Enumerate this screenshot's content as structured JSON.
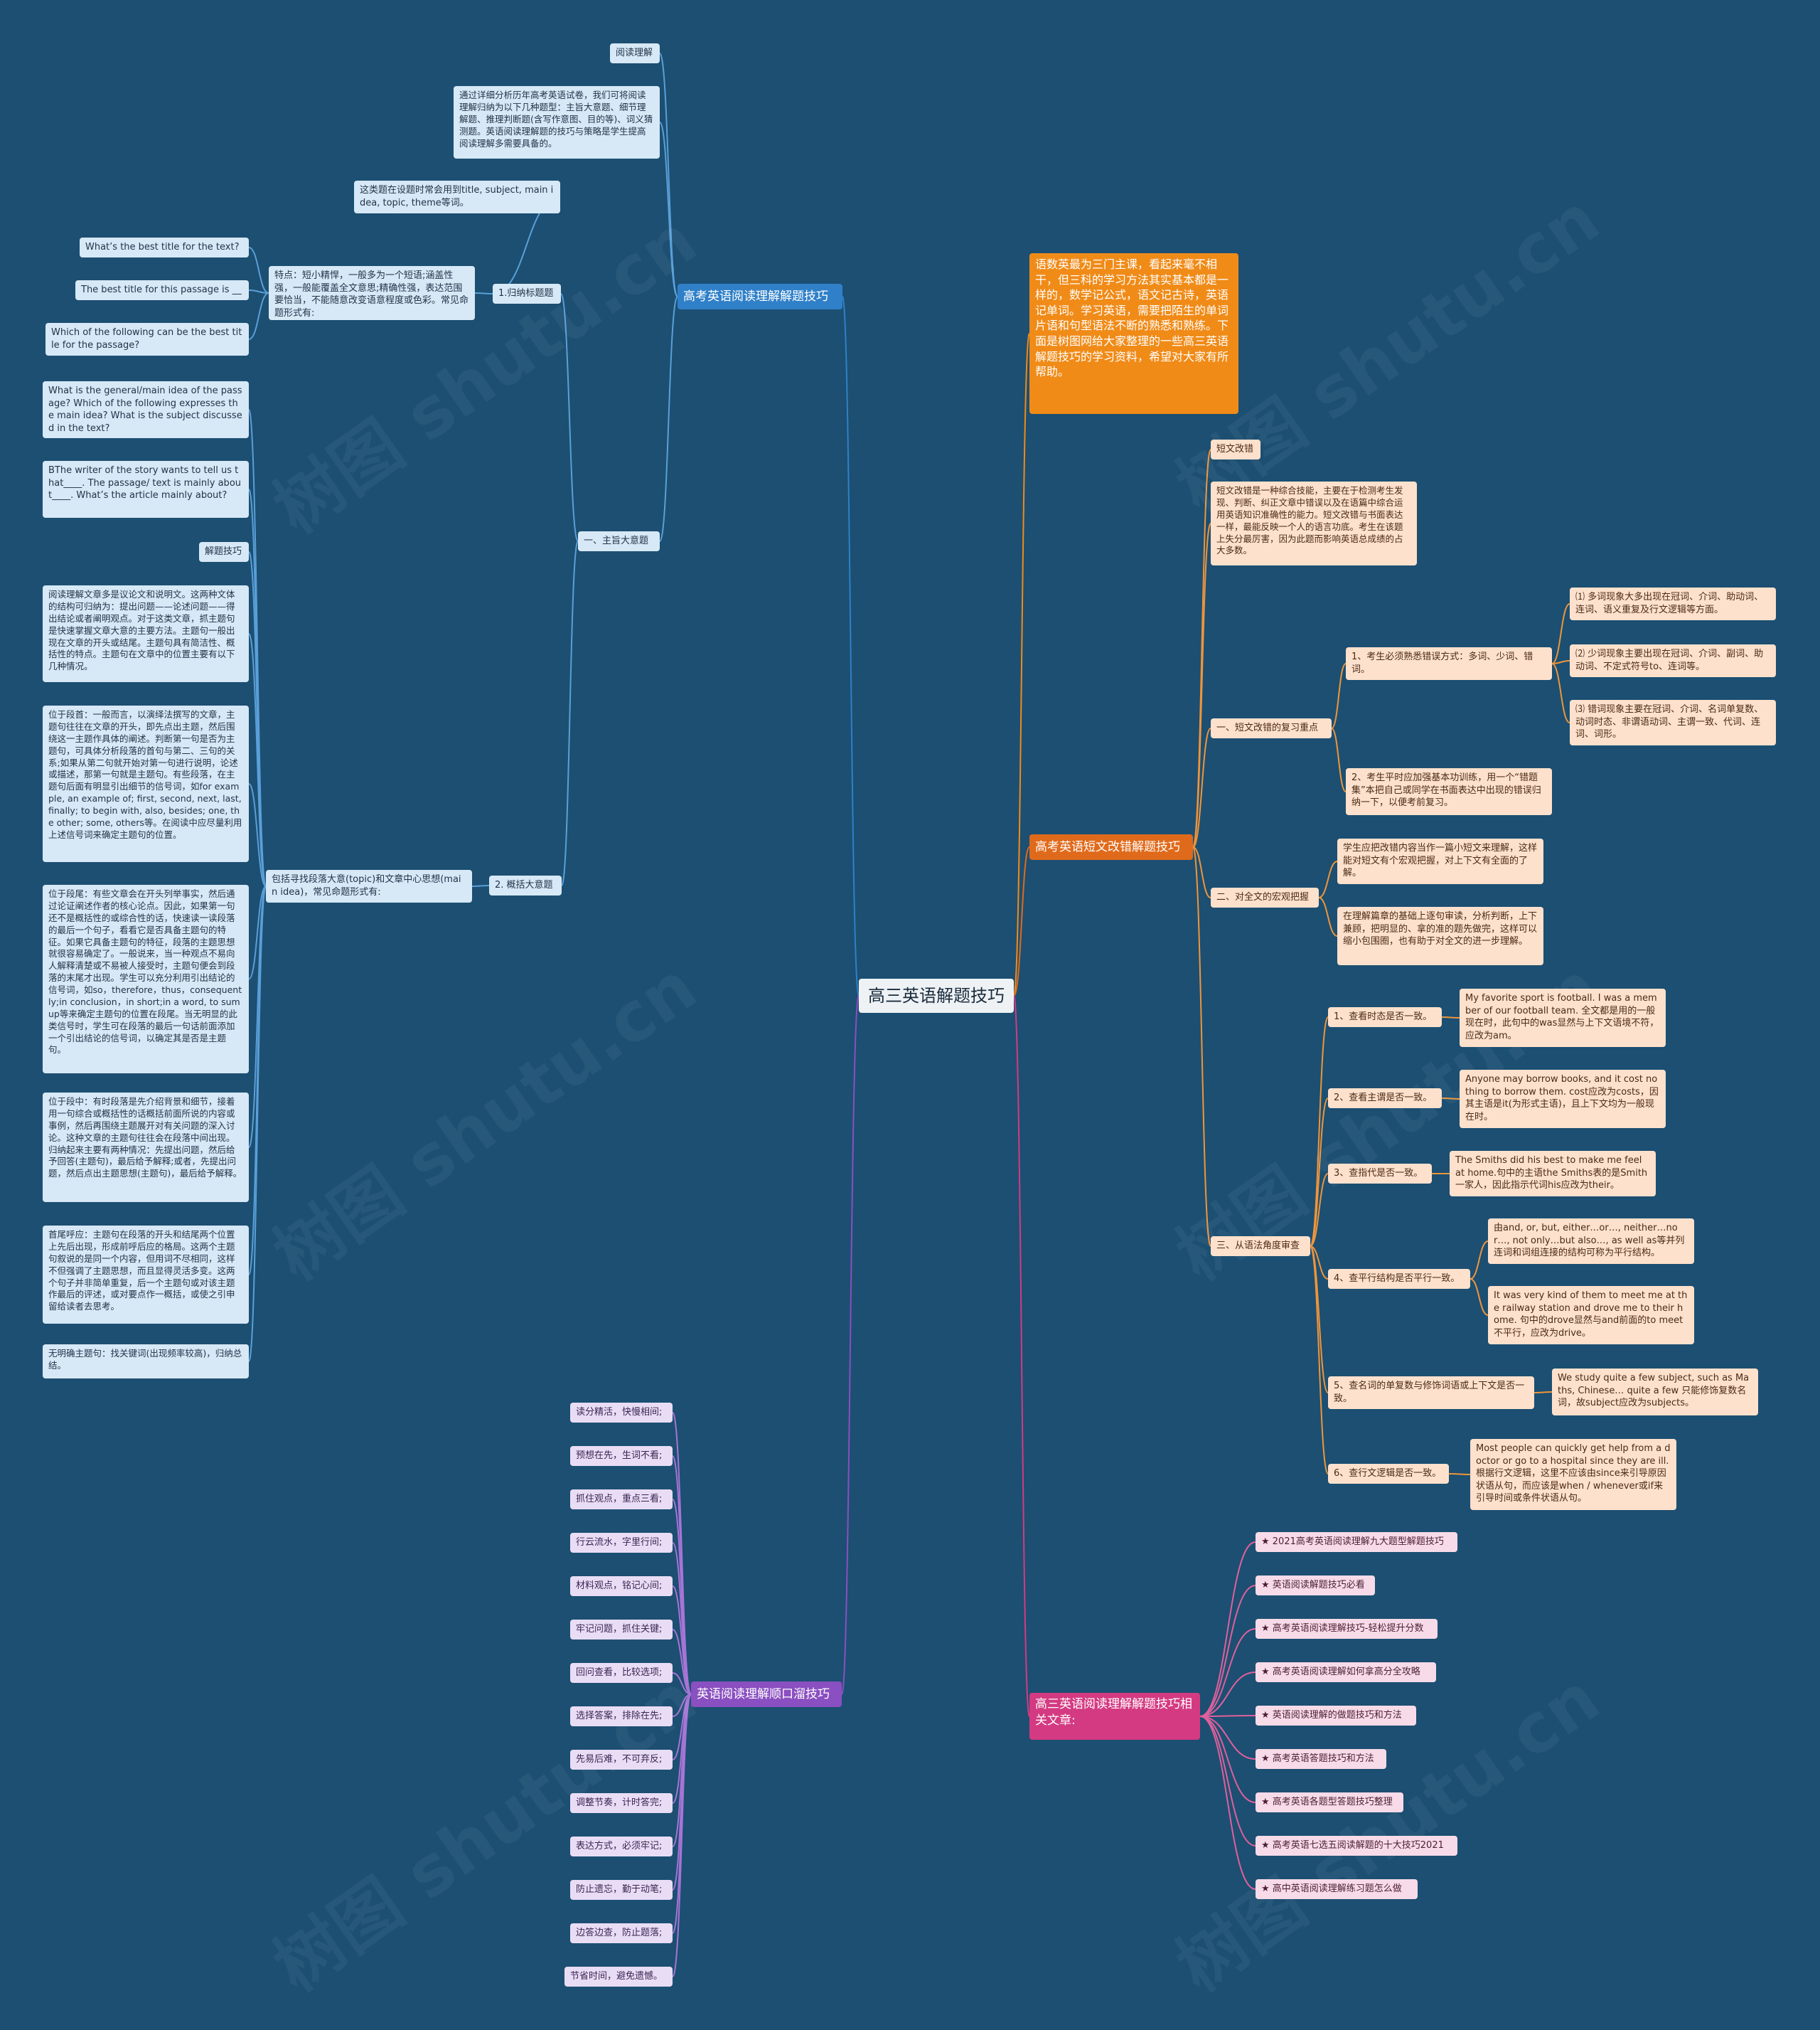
{
  "root": {
    "label": "高三英语解题技巧"
  },
  "watermark": "树图 shutu.cn",
  "colors": {
    "background": "#1c4f72",
    "blue": "#2f80c8",
    "orange": "#f08b18",
    "red": "#e06a1b",
    "purple": "#8a4fc0",
    "pink": "#d43a82"
  },
  "reading": {
    "label": "高考英语阅读理解解题技巧",
    "title": "阅读理解",
    "intro": "通过详细分析历年高考英语试卷，我们可将阅读理解归纳为以下几种题型：主旨大意题、细节理解题、推理判断题(含写作意图、目的等)、词义猜测题。英语阅读理解题的技巧与策略是学生提高阅读理解多需要具备的。",
    "main_idea": {
      "label": "一、主旨大意题",
      "title_q": {
        "label": "1.归纳标题题",
        "words": "这类题在设题时常会用到title, subject, main idea, topic, theme等词。",
        "feature": "特点：短小精悍，一般多为一个短语;涵盖性强，一般能覆盖全文意思;精确性强，表达范围要恰当，不能随意改变语意程度或色彩。常见命题形式有:",
        "forms": [
          "What’s the best title for the text?",
          "The best title for this passage is ___.",
          "Which of the following can be the best title for the passage?"
        ]
      },
      "general_q": {
        "label": "2. 概括大意题",
        "desc": "包括寻找段落大意(topic)和文章中心思想(main idea)，常见命题形式有:",
        "forms": [
          "What is the general/main idea of the passage? Which of the following expresses the main idea? What is the subject discussed in the text?",
          "BThe writer of the story wants to tell us that____. The passage/ text is mainly about____. What’s the article mainly about?"
        ],
        "tips_label": "解题技巧",
        "tips": [
          "阅读理解文章多是议论文和说明文。这两种文体的结构可归纳为：提出问题——论述问题——得出结论或者阐明观点。对于这类文章，抓主题句是快速掌握文章大意的主要方法。主题句一般出现在文章的开头或结尾。主题句具有简洁性、概括性的特点。主题句在文章中的位置主要有以下几种情况。",
          "位于段首：一般而言，以演绎法撰写的文章，主题句往往在文章的开头，即先点出主题，然后围绕这一主题作具体的阐述。判断第一句是否为主题句，可具体分析段落的首句与第二、三句的关系;如果从第二句就开始对第一句进行说明，论述或描述，那第一句就是主题句。有些段落，在主题句后面有明显引出细节的信号词，如for example, an example of; first, second, next, last, finally; to begin with, also, besides; one, the other; some, others等。在阅读中应尽量利用上述信号词来确定主题句的位置。",
          "位于段尾：有些文章会在开头列举事实，然后通过论证阐述作者的核心论点。因此，如果第一句还不是概括性的或综合性的话，快速读一读段落的最后一个句子，看看它是否具备主题句的特征。如果它具备主题句的特征，段落的主题思想就很容易确定了。一般说来，当一种观点不易向人解释清楚或不易被人接受时，主题句便会到段落的末尾才出现。学生可以充分利用引出结论的信号词，如so，therefore，thus，consequently;in conclusion，in short;in a word, to sum up等来确定主题句的位置在段尾。当无明显的此类信号时，学生可在段落的最后一句话前面添加一个引出结论的信号词，以确定其是否是主题句。",
          "位于段中：有时段落是先介绍背景和细节，接着用一句综合或概括性的话概括前面所说的内容或事例，然后再围绕主题展开对有关问题的深入讨论。这种文章的主题句往往会在段落中间出现。归纳起来主要有两种情况：先提出问题，然后给予回答(主题句)，最后给予解释;或者，先提出问题，然后点出主题思想(主题句)，最后给予解释。",
          "首尾呼应：主题句在段落的开头和结尾两个位置上先后出现，形成前呼后应的格局。这两个主题句叙说的是同一个内容，但用词不尽相同，这样不但强调了主题思想，而且显得灵活多变。这两个句子并非简单重复，后一个主题句或对该主题作最后的评述，或对要点作一概括，或使之引申留给读者去思考。",
          "无明确主题句：找关键词(出现频率较高)，归纳总结。"
        ]
      }
    }
  },
  "intro_text": "语数英最为三门主课，看起来毫不相干，但三科的学习方法其实基本都是一样的，数学记公式，语文记古诗，英语记单词。学习英语，需要把陌生的单词片语和句型语法不断的熟悉和熟练。下面是树图网给大家整理的一些高三英语解题技巧的学习资料，希望对大家有所帮助。",
  "correction": {
    "label": "高考英语短文改错解题技巧",
    "title": "短文改错",
    "intro": "短文改错是一种综合技能，主要在于检测考生发现、判断、纠正文章中错误以及在语篇中综合运用英语知识准确性的能力。短文改错与书面表达一样，最能反映一个人的语言功底。考生在该题上失分最厉害，因为此题而影响英语总成绩的占大多数。",
    "review": {
      "label": "一、短文改错的复习重点",
      "p1": "1、考生必须熟悉错误方式：多词、少词、错词。",
      "p1_items": [
        "⑴ 多词现象大多出现在冠词、介词、助动词、连词、语义重复及行文逻辑等方面。",
        "⑵ 少词现象主要出现在冠词、介词、副词、助动词、不定式符号to、连词等。",
        "⑶ 错词现象主要在冠词、介词、名词单复数、动词时态、非谓语动词、主谓一致、代词、连词、词形。"
      ],
      "p2": "2、考生平时应加强基本功训练，用一个“错题集”本把自己或同学在书面表达中出现的错误归纳一下，以便考前复习。"
    },
    "grasp": {
      "label": "二、对全文的宏观把握",
      "items": [
        "学生应把改错内容当作一篇小短文来理解，这样能对短文有个宏观把握，对上下文有全面的了解。",
        "在理解篇章的基础上逐句审读，分析判断，上下兼顾，把明显的、拿的准的题先做完，这样可以缩小包围圈，也有助于对全文的进一步理解。"
      ]
    },
    "grammar": {
      "label": "三、从语法角度审查",
      "checks": [
        {
          "label": "1、查看时态是否一致。",
          "ex": [
            "My favorite sport is football. I was a member of our football team. 全文都是用的一般现在时，此句中的was显然与上下文语境不符，应改为am。"
          ]
        },
        {
          "label": "2、查看主谓是否一致。",
          "ex": [
            "Anyone may borrow books, and it cost nothing to borrow them. cost应改为costs，因其主语是it(为形式主语)，且上下文均为一般现在时。"
          ]
        },
        {
          "label": "3、查指代是否一致。",
          "ex": [
            "The Smiths did his best to make me feel at home.句中的主语the Smiths表的是Smith一家人，因此指示代词his应改为their。"
          ]
        },
        {
          "label": "4、查平行结构是否平行一致。",
          "ex": [
            "由and, or, but, either…or…, neither…nor…, not only…but also…, as well as等并列连词和词组连接的结构可称为平行结构。",
            "It was very kind of them to meet me at the railway station and drove me to their home. 句中的drove显然与and前面的to meet不平行，应改为drive。"
          ]
        },
        {
          "label": "5、查名词的单复数与修饰词语或上下文是否一致。",
          "ex": [
            "We study quite a few subject, such as Maths, Chinese… quite a few 只能修饰复数名词，故subject应改为subjects。"
          ]
        },
        {
          "label": "6、查行文逻辑是否一致。",
          "ex": [
            "Most people can quickly get help from a doctor or go to a hospital since they are ill.根据行文逻辑，这里不应该由since来引导原因状语从句，而应该是when / whenever或if来引导时间或条件状语从句。"
          ]
        }
      ]
    }
  },
  "mnemonic": {
    "label": "英语阅读理解顺口溜技巧",
    "items": [
      "读分精活，快慢相间;",
      "预想在先，生词不看;",
      "抓住观点，重点三看;",
      "行云流水，字里行间;",
      "材料观点，铭记心间;",
      "牢记问题，抓住关键;",
      "回问查看，比较选项;",
      "选择答案，排除在先;",
      "先易后难，不可弃反;",
      "调整节奏，计时答完;",
      "表达方式，必须牢记;",
      "防止遗忘，勤于动笔;",
      "边答边查，防止题落;",
      "节省时间，避免遗憾。"
    ]
  },
  "related": {
    "label": "高三英语阅读理解解题技巧相关文章:",
    "items": [
      "★ 2021高考英语阅读理解九大题型解题技巧",
      "★ 英语阅读解题技巧必看",
      "★ 高考英语阅读理解技巧-轻松提升分数",
      "★ 高考英语阅读理解如何拿高分全攻略",
      "★ 英语阅读理解的做题技巧和方法",
      "★ 高考英语答题技巧和方法",
      "★ 高考英语各题型答题技巧整理",
      "★ 高考英语七选五阅读解题的十大技巧2021",
      "★ 高中英语阅读理解练习题怎么做"
    ]
  }
}
